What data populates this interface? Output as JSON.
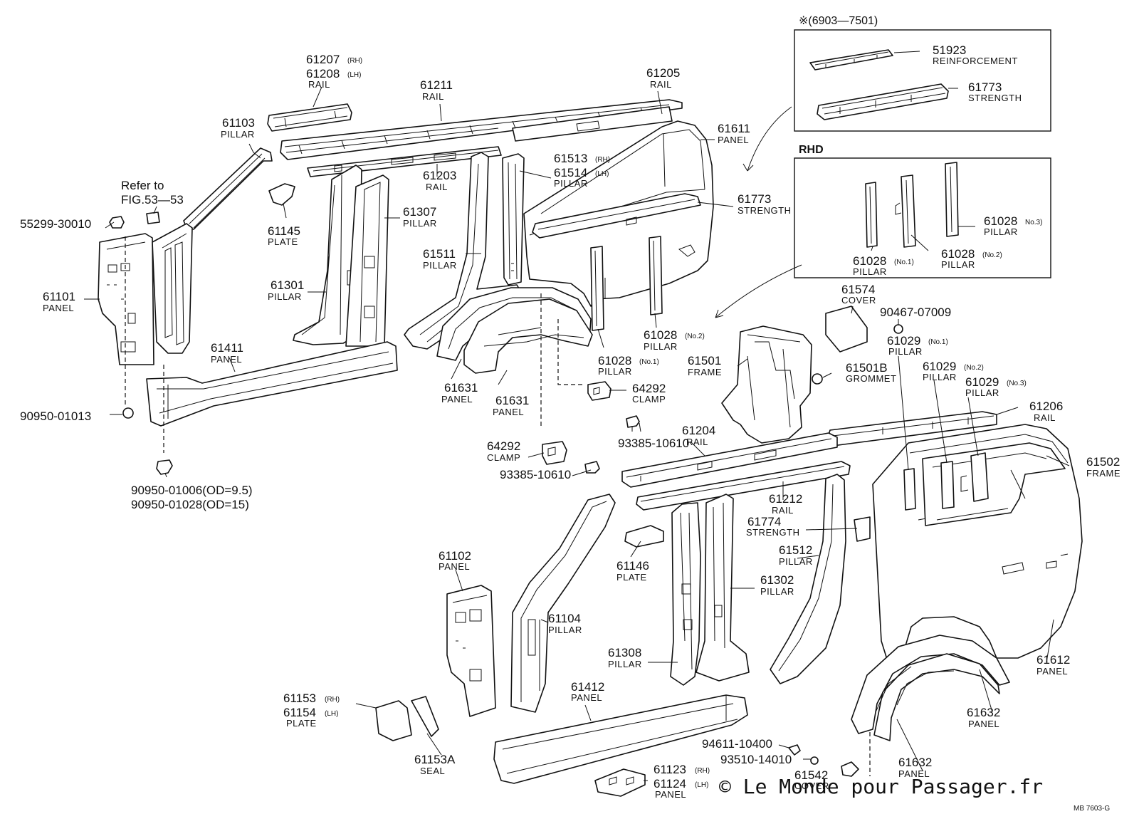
{
  "inset_date": {
    "heading": "※(6903—7501)"
  },
  "inset_rhd": {
    "heading": "RHD"
  },
  "labels": {
    "l61207": {
      "num": "61207",
      "suffix": "(RH)"
    },
    "l61208": {
      "num": "61208",
      "suffix": "(LH)",
      "name": "RAIL"
    },
    "l61211": {
      "num": "61211",
      "name": "RAIL"
    },
    "l61205": {
      "num": "61205",
      "name": "RAIL"
    },
    "l61611": {
      "num": "61611",
      "name": "PANEL"
    },
    "l61103": {
      "num": "61103",
      "name": "PILLAR"
    },
    "lrefer": {
      "line1": "Refer to",
      "line2": "FIG.53—53"
    },
    "l55299": {
      "num": "55299-30010"
    },
    "l61145": {
      "num": "61145",
      "name": "PLATE"
    },
    "l61203": {
      "num": "61203",
      "name": "RAIL"
    },
    "l61513": {
      "num": "61513",
      "suffix": "(RH)"
    },
    "l61514": {
      "num": "61514",
      "suffix": "(LH)",
      "name": "PILLAR"
    },
    "l61773a": {
      "num": "61773",
      "name": "STRENGTH"
    },
    "l61307": {
      "num": "61307",
      "name": "PILLAR"
    },
    "l61511": {
      "num": "61511",
      "name": "PILLAR"
    },
    "l61101": {
      "num": "61101",
      "name": "PANEL"
    },
    "l61301": {
      "num": "61301",
      "name": "PILLAR"
    },
    "l61028n2a": {
      "num": "61028",
      "suffix": "(No.2)",
      "name": "PILLAR"
    },
    "l61411": {
      "num": "61411",
      "name": "PANEL"
    },
    "l61028n1a": {
      "num": "61028",
      "suffix": "(No.1)",
      "name": "PILLAR"
    },
    "l61631a": {
      "num": "61631",
      "name": "PANEL"
    },
    "l61631b": {
      "num": "61631",
      "name": "PANEL"
    },
    "l64292a": {
      "num": "64292",
      "name": "CLAMP"
    },
    "l90950a": {
      "num": "90950-01013"
    },
    "l93385a": {
      "num": "93385-10610"
    },
    "l64292b": {
      "num": "64292",
      "name": "CLAMP"
    },
    "l93385b": {
      "num": "93385-10610"
    },
    "l90950b": {
      "line1": "90950-01006(OD=9.5)",
      "line2": "90950-01028(OD=15)"
    },
    "l51923": {
      "num": "51923",
      "name": "REINFORCEMENT"
    },
    "l61773b": {
      "num": "61773",
      "name": "STRENGTH"
    },
    "l61028n3": {
      "num": "61028",
      "suffix": "No.3)",
      "name": "PILLAR"
    },
    "l61028n1b": {
      "num": "61028",
      "suffix": "(No.1)",
      "name": "PILLAR"
    },
    "l61028n2b": {
      "num": "61028",
      "suffix": "(No.2)",
      "name": "PILLAR"
    },
    "l61574": {
      "num": "61574",
      "name": "COVER"
    },
    "l90467": {
      "num": "90467-07009"
    },
    "l61029n1": {
      "num": "61029",
      "suffix": "(No.1)",
      "name": "PILLAR"
    },
    "l61501": {
      "num": "61501",
      "name": "FRAME"
    },
    "l61501b": {
      "num": "61501B",
      "name": "GROMMET"
    },
    "l61029n2": {
      "num": "61029",
      "suffix": "(No.2)",
      "name": "PILLAR"
    },
    "l61029n3": {
      "num": "61029",
      "suffix": "(No.3)",
      "name": "PILLAR"
    },
    "l61206": {
      "num": "61206",
      "name": "RAIL"
    },
    "l61204": {
      "num": "61204",
      "name": "RAIL"
    },
    "l61502": {
      "num": "61502",
      "name": "FRAME"
    },
    "l61212": {
      "num": "61212",
      "name": "RAIL"
    },
    "l61774": {
      "num": "61774",
      "name": "STRENGTH"
    },
    "l61146": {
      "num": "61146",
      "name": "PLATE"
    },
    "l61512": {
      "num": "61512",
      "name": "PILLAR"
    },
    "l61102": {
      "num": "61102",
      "name": "PANEL"
    },
    "l61302": {
      "num": "61302",
      "name": "PILLAR"
    },
    "l61104": {
      "num": "61104",
      "name": "PILLAR"
    },
    "l61308": {
      "num": "61308",
      "name": "PILLAR"
    },
    "l61612": {
      "num": "61612",
      "name": "PANEL"
    },
    "l61412": {
      "num": "61412",
      "name": "PANEL"
    },
    "l61153": {
      "num": "61153",
      "suffix": "(RH)"
    },
    "l61154": {
      "num": "61154",
      "suffix": "(LH)",
      "name": "PLATE"
    },
    "l61632a": {
      "num": "61632",
      "name": "PANEL"
    },
    "l61153a": {
      "num": "61153A",
      "name": "SEAL"
    },
    "l94611": {
      "num": "94611-10400"
    },
    "l93510": {
      "num": "93510-14010"
    },
    "l61632b": {
      "num": "61632",
      "name": "PANEL"
    },
    "l61542": {
      "num": "61542",
      "name": "COVER"
    },
    "l61123": {
      "num": "61123",
      "suffix": "(RH)"
    },
    "l61124": {
      "num": "61124",
      "suffix": "(LH)",
      "name": "PANEL"
    }
  },
  "watermark": "© Le Monde pour Passager.fr",
  "figure_code": "MB  7603-G"
}
